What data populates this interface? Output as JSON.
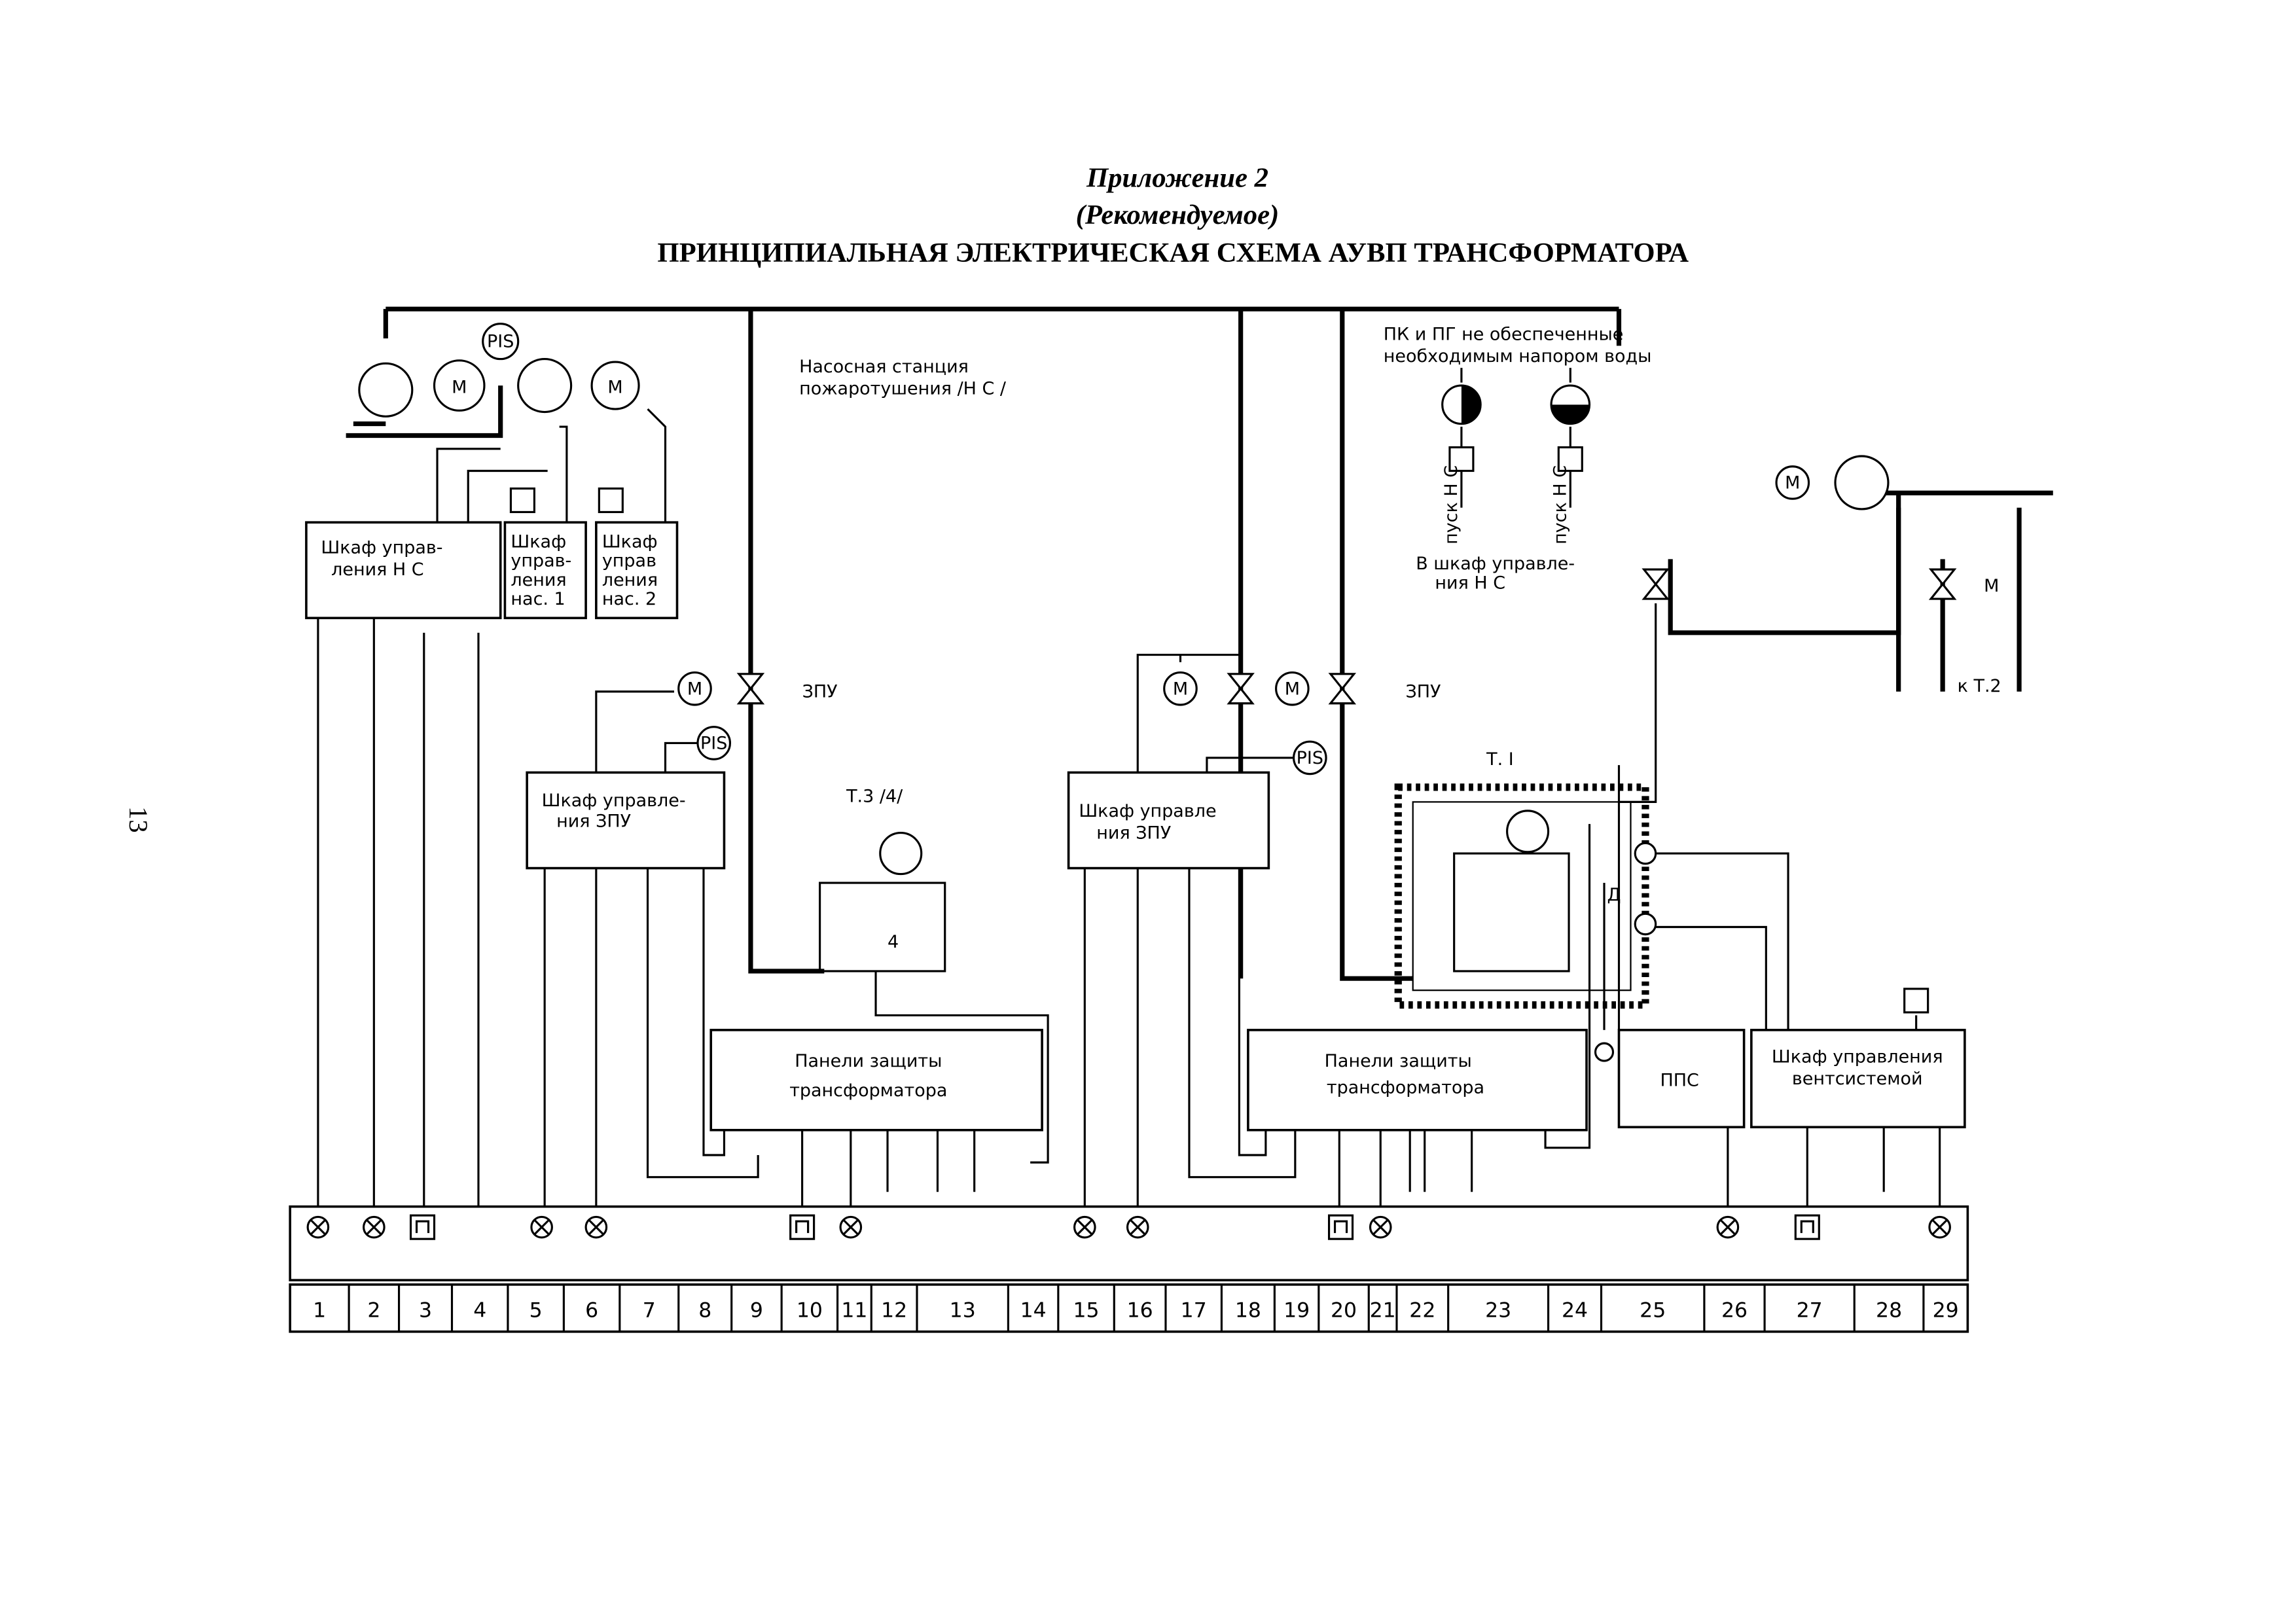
{
  "page_number": "13",
  "title": {
    "line1": "Приложение 2",
    "line2": "(Рекомендуемое)",
    "line3": "ПРИНЦИПИАЛЬНАЯ ЭЛЕКТРИЧЕСКАЯ СХЕМА АУВП ТРАНСФОРМАТОРА"
  },
  "labels": {
    "pump_station_1": "Насосная станция",
    "pump_station_2": "пожаротушения /Н С /",
    "pk_1": "ПК и ПГ не обеспеченные",
    "pk_2": "необходимым напором воды",
    "start_ns_a": "пуск Н С",
    "start_ns_b": "пуск Н С",
    "to_cabinet_1": "В шкаф управле-",
    "to_cabinet_2": "ния Н С",
    "zpu_left": "ЗПУ",
    "zpu_right": "ЗПУ",
    "t3": "Т.3 /4/",
    "t3_num": "4",
    "t1": "Т. I",
    "to_t2": "к Т.2",
    "motor_m": "М",
    "pis": "PIS",
    "m": "M",
    "d": "Д"
  },
  "boxes": {
    "ns_cabinet": [
      "Шкаф управ-",
      "ления Н С"
    ],
    "pump1_cabinet": [
      "Шкаф",
      "управ-",
      "ления",
      "нас. 1"
    ],
    "pump2_cabinet": [
      "Шкаф",
      "управ",
      "ления",
      "нас. 2"
    ],
    "zpu_cabinet_left": [
      "Шкаф управле-",
      "ния ЗПУ"
    ],
    "zpu_cabinet_right": [
      "Шкаф управле",
      "ния ЗПУ"
    ],
    "protection_left": [
      "Панели защиты",
      "трансформатора"
    ],
    "protection_right": [
      "Панели защиты",
      "трансформатора"
    ],
    "pps": [
      "ППС"
    ],
    "vent_cabinet": [
      "Шкаф управления",
      "вентсистемой"
    ]
  },
  "terminals": [
    {
      "label": "1",
      "indicator": "lamp"
    },
    {
      "label": "2",
      "indicator": "lamp"
    },
    {
      "label": "3",
      "indicator": "relay"
    },
    {
      "label": "4",
      "indicator": ""
    },
    {
      "label": "5",
      "indicator": "lamp"
    },
    {
      "label": "6",
      "indicator": "lamp"
    },
    {
      "label": "7",
      "indicator": ""
    },
    {
      "label": "8",
      "indicator": ""
    },
    {
      "label": "9",
      "indicator": ""
    },
    {
      "label": "10",
      "indicator": "relay"
    },
    {
      "label": "11",
      "indicator": "lamp"
    },
    {
      "label": "12",
      "indicator": ""
    },
    {
      "label": "13",
      "indicator": ""
    },
    {
      "label": "14",
      "indicator": ""
    },
    {
      "label": "15",
      "indicator": "lamp"
    },
    {
      "label": "16",
      "indicator": "lamp"
    },
    {
      "label": "17",
      "indicator": ""
    },
    {
      "label": "18",
      "indicator": ""
    },
    {
      "label": "19",
      "indicator": ""
    },
    {
      "label": "20",
      "indicator": "relay"
    },
    {
      "label": "21",
      "indicator": "lamp"
    },
    {
      "label": "22",
      "indicator": ""
    },
    {
      "label": "23",
      "indicator": ""
    },
    {
      "label": "24",
      "indicator": ""
    },
    {
      "label": "25",
      "indicator": ""
    },
    {
      "label": "26",
      "indicator": "lamp"
    },
    {
      "label": "27",
      "indicator": "relay"
    },
    {
      "label": "28",
      "indicator": ""
    },
    {
      "label": "29",
      "indicator": "lamp"
    }
  ]
}
